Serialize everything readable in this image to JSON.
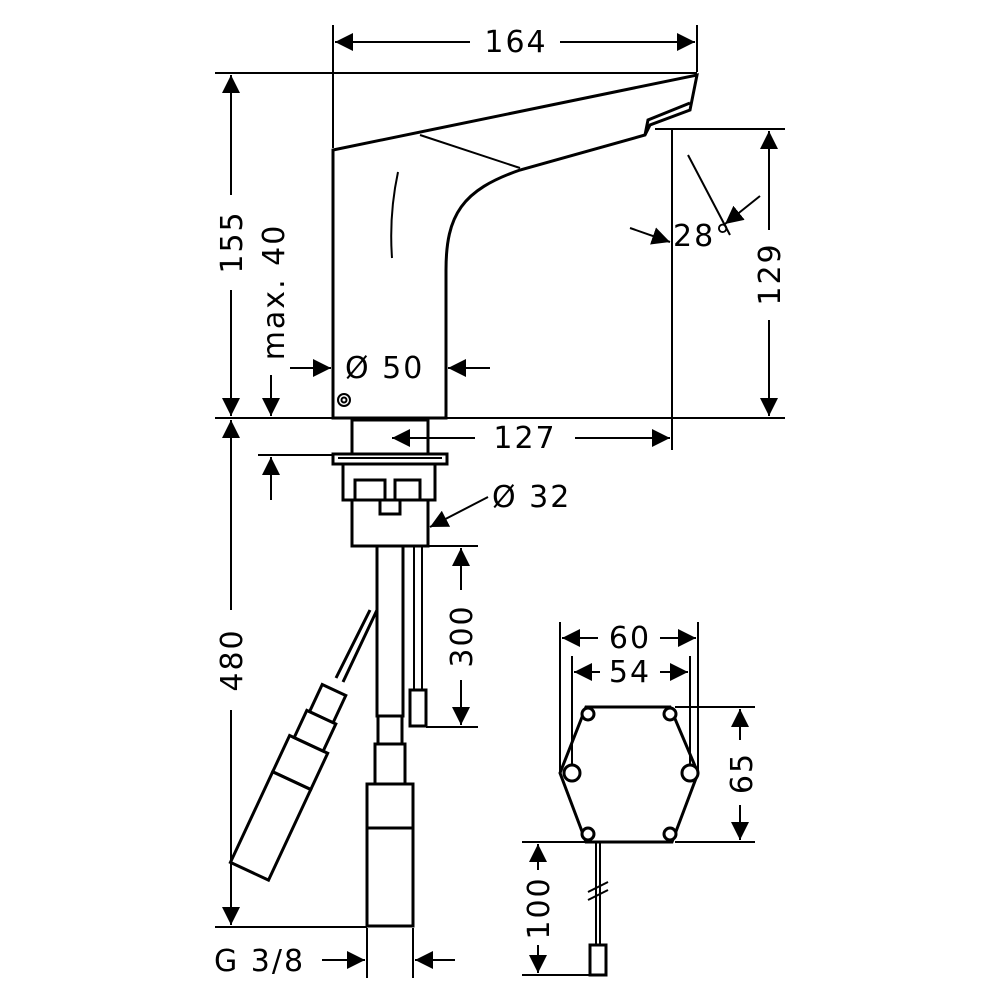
{
  "diagram": {
    "dimensions": {
      "spout_length": "164",
      "total_height": "155",
      "max_deck": "max. 40",
      "outlet_height": "129",
      "spray_angle": "28°",
      "body_diameter": "Ø 50",
      "reach": "127",
      "shank_diameter": "Ø 32",
      "hose_length": "480",
      "cable_length": "300",
      "thread": "G 3/8",
      "box_width": "60",
      "box_hole_spacing": "54",
      "box_height": "65",
      "box_cable": "100"
    }
  }
}
